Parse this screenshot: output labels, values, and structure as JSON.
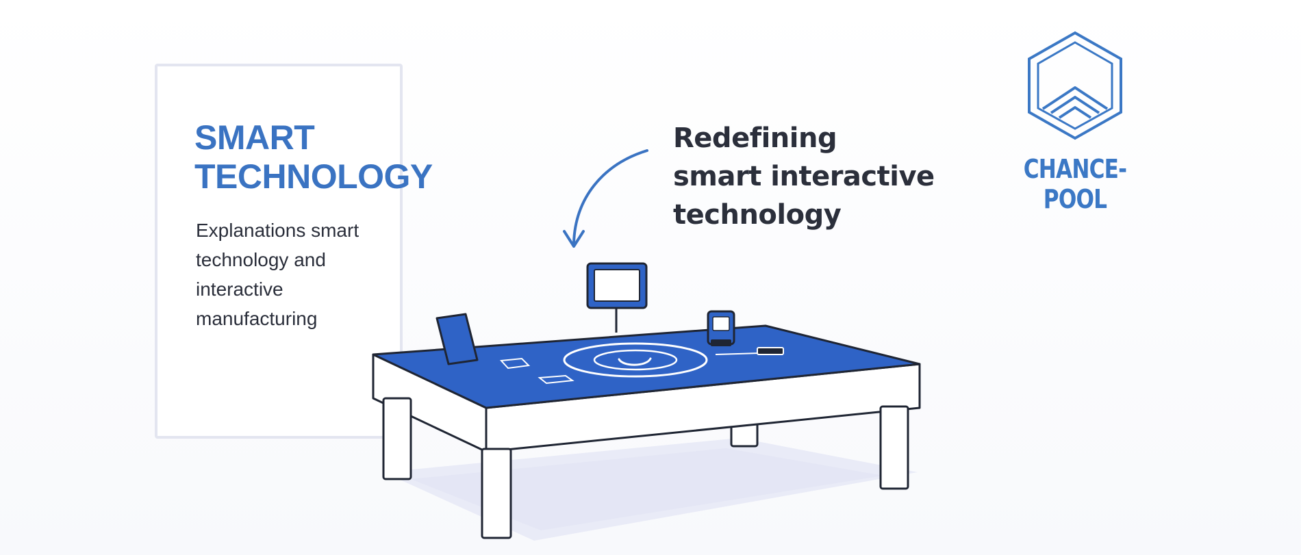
{
  "poster": {
    "title_line_1": "SMART",
    "title_line_2": "TECHNOLOGY",
    "body_lines": [
      "Explanations smart",
      "technology and",
      "interactive",
      "manufacturing"
    ]
  },
  "headline": {
    "lines": [
      "Redefining",
      "smart interactive",
      "technology"
    ]
  },
  "logo": {
    "name": "CHANCE-POOL"
  },
  "colors": {
    "brand_blue": "#3a73c2",
    "table_top": "#2f63c6",
    "outline": "#1f2533",
    "text_dark": "#2b2f3b"
  },
  "icons": [
    "hexagon-logo-icon",
    "curved-arrow-icon",
    "tablet-icon",
    "monitor-icon",
    "phone-stand-icon",
    "ripple-ring-icon"
  ]
}
